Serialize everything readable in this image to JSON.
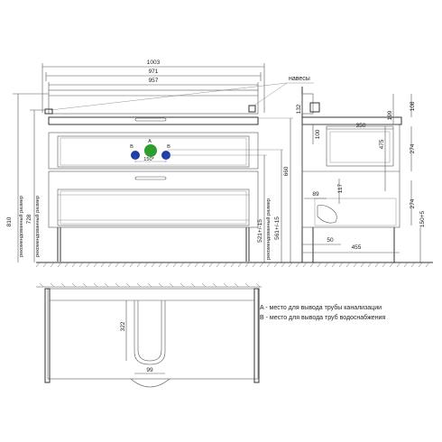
{
  "colors": {
    "point_A": "#2e9e2e",
    "points_B": "#1f3fa8",
    "lines": "#555555"
  },
  "front_view": {
    "dim_total_width": "1003",
    "dim_inner_width": "971",
    "dim_carcass_width": "957",
    "label_hinges": "навесы",
    "point_a_label": "A",
    "point_b_left_label": "B",
    "point_b_right_label": "B",
    "angle_label": "150*",
    "dim_overall_height": "810",
    "dim_recommended_height": "728",
    "recommended_label_1": "рекомендованный размер",
    "recommended_label_2": "рекомендованный размер",
    "recommended_label_3": "рекомендованный размер",
    "dim_pipe_1": "521+/-15",
    "dim_pipe_2": "561+/-15",
    "dim_660": "660"
  },
  "side_view": {
    "dim_132": "132",
    "dim_100": "100",
    "dim_350": "350",
    "dim_199": "199",
    "dim_108": "108",
    "dim_475": "475",
    "dim_274_top": "274",
    "dim_117": "117",
    "dim_89": "89",
    "dim_274_bottom": "274",
    "dim_150": "150+5",
    "dim_50": "50",
    "dim_455": "455"
  },
  "top_view": {
    "dim_322": "322",
    "dim_99": "99"
  },
  "legend": {
    "line_a": "A - место для вывода трубы канализации",
    "line_b": "B - место для вывода труб водоснабжения"
  }
}
